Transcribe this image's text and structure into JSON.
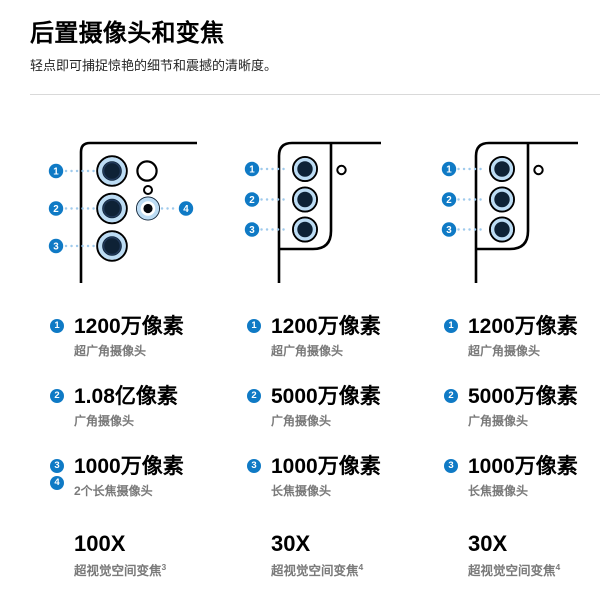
{
  "page": {
    "title": "后置摄像头和变焦",
    "subtitle": "轻点即可捕捉惊艳的细节和震撼的清晰度。"
  },
  "colors": {
    "badge_blue": "#0f7ac5",
    "lens_ring_blue": "#bcdcf4",
    "lens_fill_navy": "#0e2236",
    "leader_dot_blue": "#9fcaec",
    "label_gray": "#7a7a7a",
    "divider_gray": "#d9d9d9",
    "outline_black": "#000000"
  },
  "columns": [
    {
      "diagram_badges": [
        "1",
        "2",
        "3",
        "4"
      ],
      "specs": [
        {
          "badges": [
            "1"
          ],
          "value": "1200万像素",
          "label": "超广角摄像头"
        },
        {
          "badges": [
            "2"
          ],
          "value": "1.08亿像素",
          "label": "广角摄像头"
        },
        {
          "badges": [
            "3",
            "4"
          ],
          "value": "1000万像素",
          "label": "2个长焦摄像头"
        }
      ],
      "zoom": {
        "value": "100X",
        "label": "超视觉空间变焦",
        "footnote": "3"
      }
    },
    {
      "diagram_badges": [
        "1",
        "2",
        "3"
      ],
      "specs": [
        {
          "badges": [
            "1"
          ],
          "value": "1200万像素",
          "label": "超广角摄像头"
        },
        {
          "badges": [
            "2"
          ],
          "value": "5000万像素",
          "label": "广角摄像头"
        },
        {
          "badges": [
            "3"
          ],
          "value": "1000万像素",
          "label": "长焦摄像头"
        }
      ],
      "zoom": {
        "value": "30X",
        "label": "超视觉空间变焦",
        "footnote": "4"
      }
    },
    {
      "diagram_badges": [
        "1",
        "2",
        "3"
      ],
      "specs": [
        {
          "badges": [
            "1"
          ],
          "value": "1200万像素",
          "label": "超广角摄像头"
        },
        {
          "badges": [
            "2"
          ],
          "value": "5000万像素",
          "label": "广角摄像头"
        },
        {
          "badges": [
            "3"
          ],
          "value": "1000万像素",
          "label": "长焦摄像头"
        }
      ],
      "zoom": {
        "value": "30X",
        "label": "超视觉空间变焦",
        "footnote": "4"
      }
    }
  ]
}
